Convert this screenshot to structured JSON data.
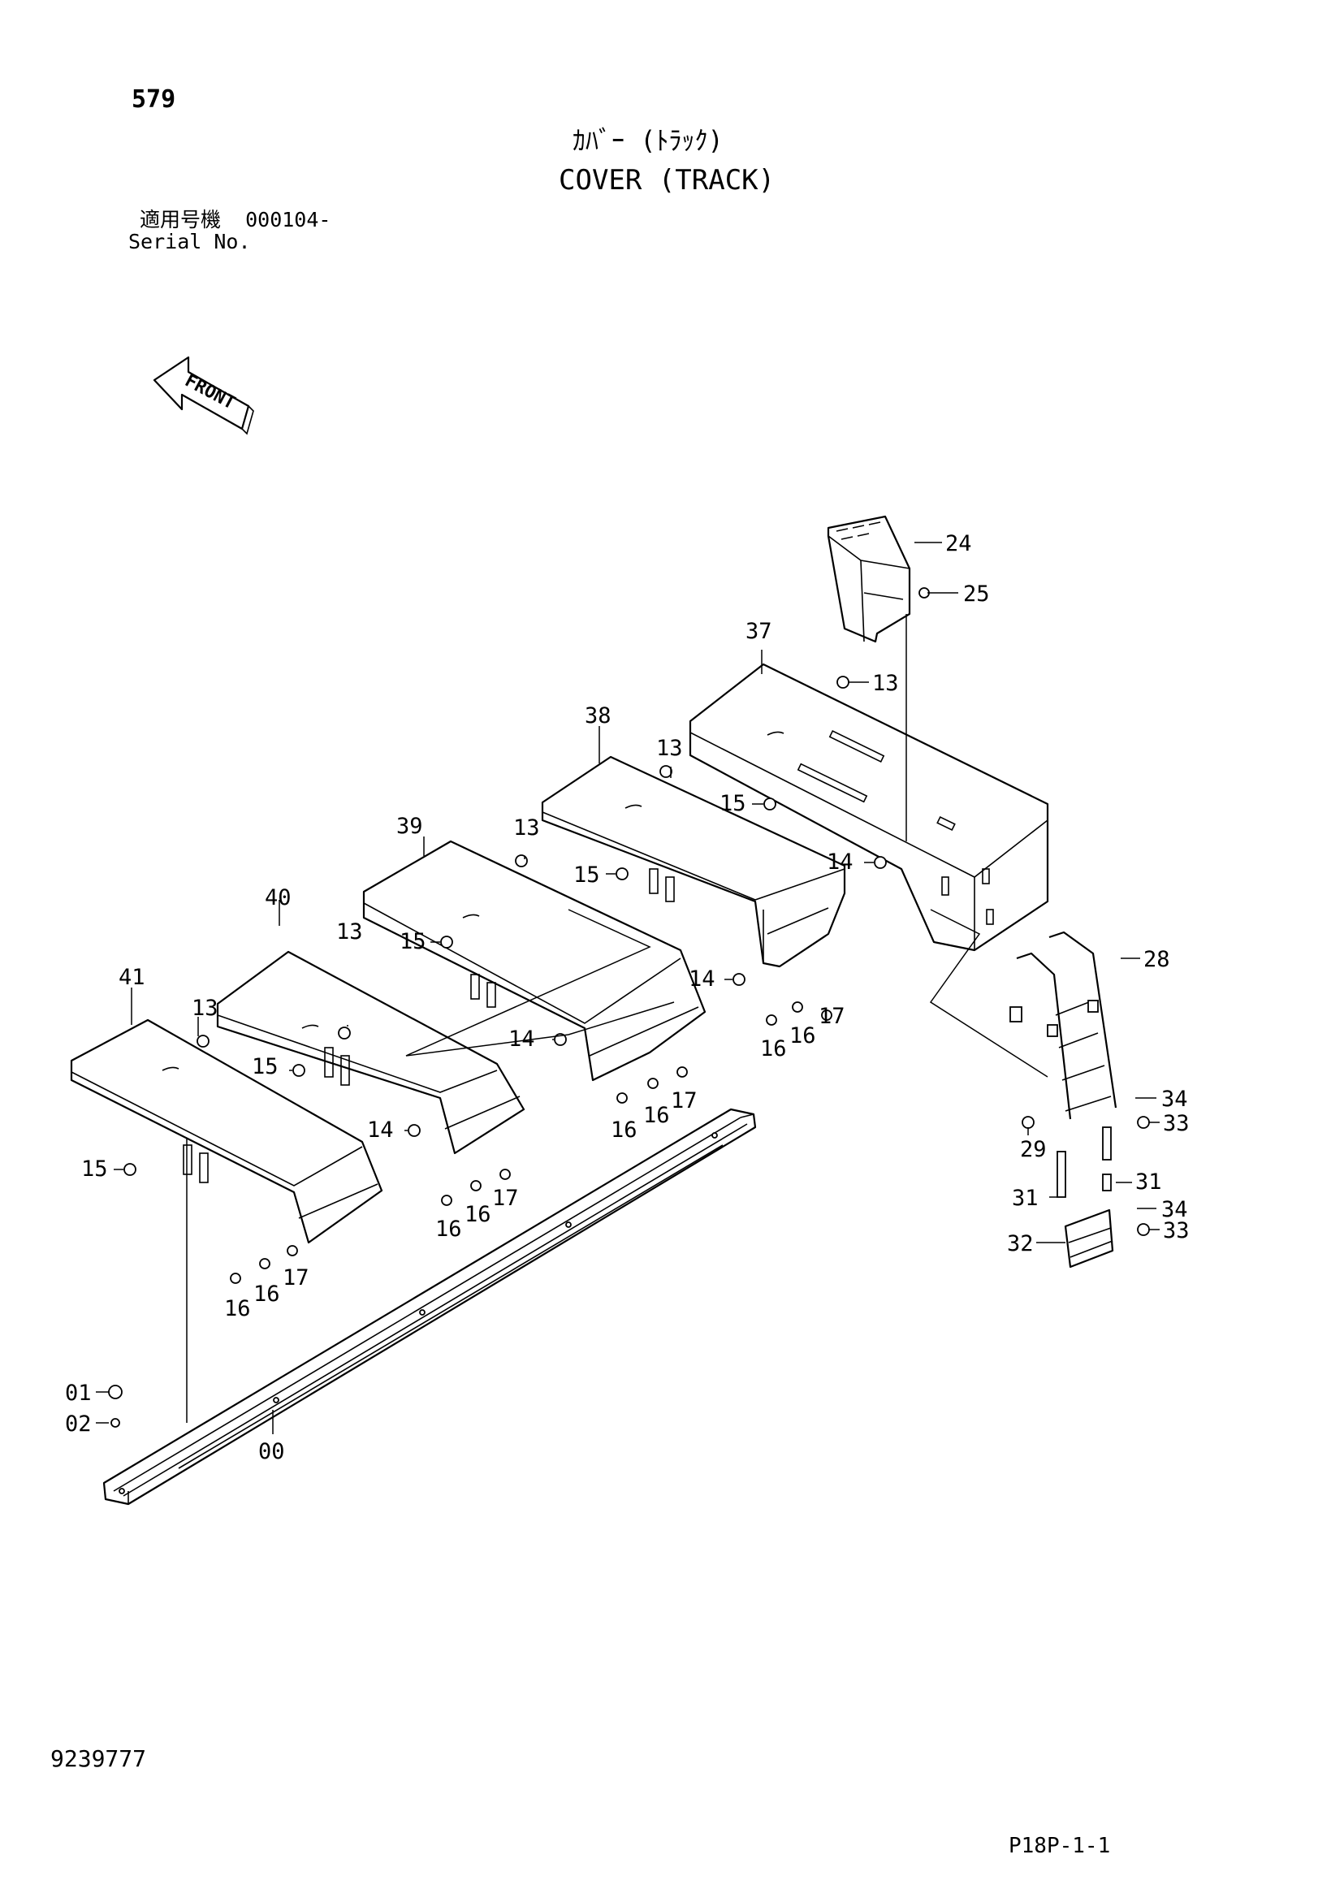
{
  "header": {
    "page_number": "579",
    "title_jp": "ｶﾊﾞｰ (ﾄﾗｯｸ)",
    "title_en": "COVER (TRACK)",
    "serial_label_jp": "適用号機  000104-",
    "serial_label_en": "Serial No."
  },
  "front_indicator": "FRONT",
  "callouts": {
    "c00": "00",
    "c01": "01",
    "c02": "02",
    "c13": "13",
    "c14": "14",
    "c15": "15",
    "c16": "16",
    "c17": "17",
    "c24": "24",
    "c25": "25",
    "c28": "28",
    "c29": "29",
    "c31": "31",
    "c32": "32",
    "c33": "33",
    "c34": "34",
    "c37": "37",
    "c38": "38",
    "c39": "39",
    "c40": "40",
    "c41": "41"
  },
  "footer": {
    "doc_number": "9239777",
    "page_code": "P18P-1-1"
  }
}
